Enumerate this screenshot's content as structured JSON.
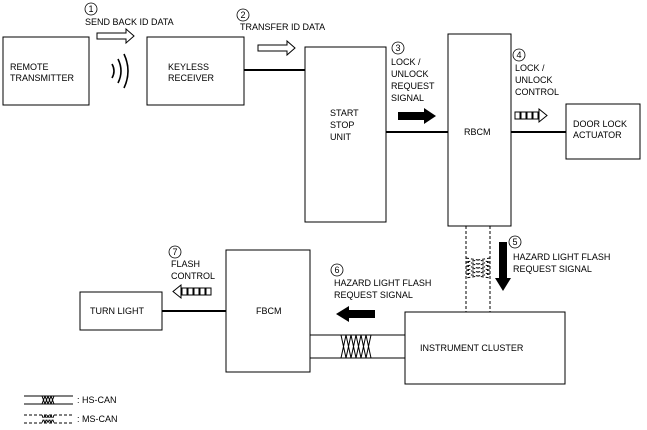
{
  "blocks": {
    "remote": [
      "REMOTE",
      "TRANSMITTER"
    ],
    "keyless": [
      "KEYLESS",
      "RECEIVER"
    ],
    "start_stop": [
      "START",
      "STOP",
      "UNIT"
    ],
    "rbcm": "RBCM",
    "door_lock": [
      "DOOR LOCK",
      "ACTUATOR"
    ],
    "fbcm": "FBCM",
    "turn_light": "TURN LIGHT",
    "cluster": "INSTRUMENT CLUSTER"
  },
  "steps": [
    {
      "num": "1",
      "lines": [
        "SEND BACK ID DATA"
      ]
    },
    {
      "num": "2",
      "lines": [
        "TRANSFER ID DATA"
      ]
    },
    {
      "num": "3",
      "lines": [
        "LOCK /",
        "UNLOCK",
        "REQUEST",
        "SIGNAL"
      ]
    },
    {
      "num": "4",
      "lines": [
        "LOCK /",
        "UNLOCK",
        "CONTROL"
      ]
    },
    {
      "num": "5",
      "lines": [
        "HAZARD LIGHT FLASH",
        "REQUEST SIGNAL"
      ]
    },
    {
      "num": "6",
      "lines": [
        "HAZARD LIGHT FLASH",
        "REQUEST SIGNAL"
      ]
    },
    {
      "num": "7",
      "lines": [
        "FLASH",
        "CONTROL"
      ]
    }
  ],
  "legend": {
    "hs_can": ": HS-CAN",
    "ms_can": ": MS-CAN"
  }
}
